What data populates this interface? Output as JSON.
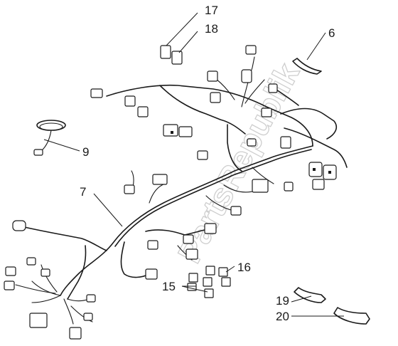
{
  "diagram": {
    "watermark": "PartsRepublik",
    "callouts": [
      {
        "id": "c17",
        "text": "17"
      },
      {
        "id": "c18",
        "text": "18"
      },
      {
        "id": "c6",
        "text": "6"
      },
      {
        "id": "c9",
        "text": "9"
      },
      {
        "id": "c7",
        "text": "7"
      },
      {
        "id": "c16",
        "text": "16"
      },
      {
        "id": "c15",
        "text": "15"
      },
      {
        "id": "c19",
        "text": "19"
      },
      {
        "id": "c20",
        "text": "20"
      }
    ]
  }
}
